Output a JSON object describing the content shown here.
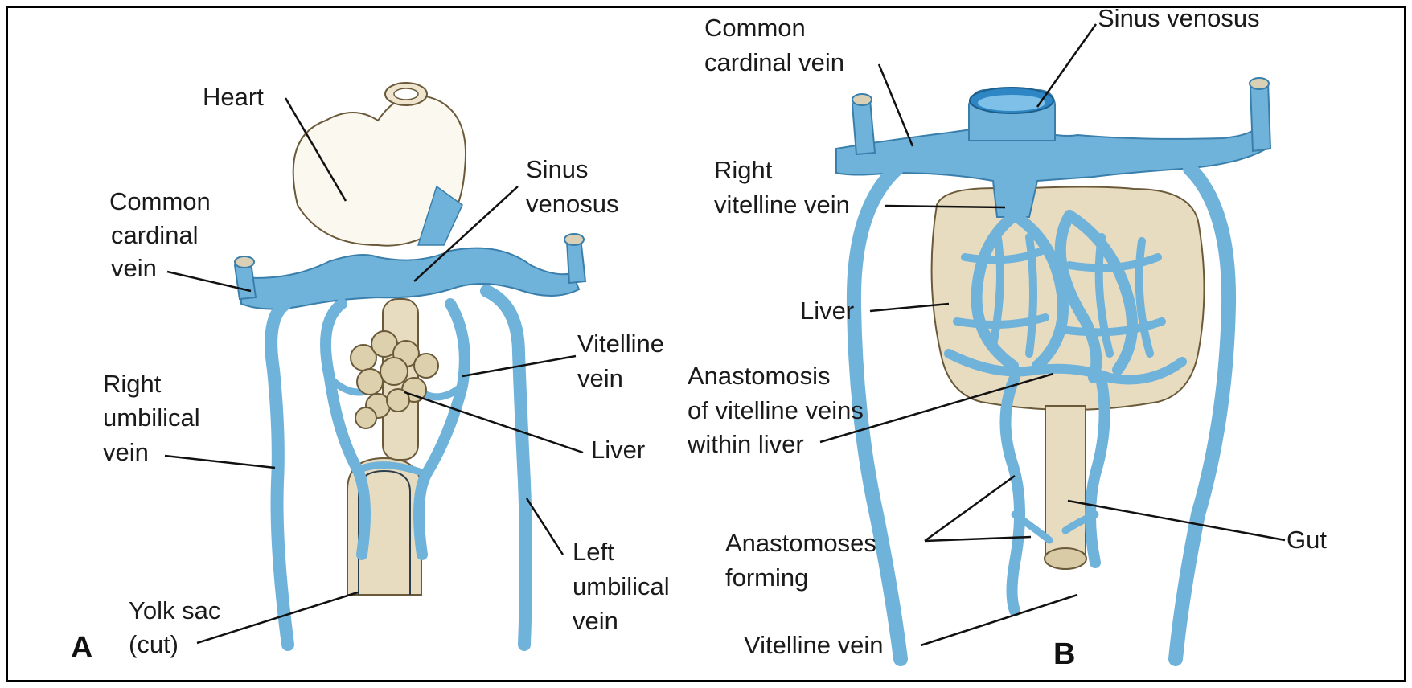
{
  "panel_a": {
    "panel_letter": "A",
    "labels": {
      "heart": "Heart",
      "common_cardinal_vein": [
        "Common",
        "cardinal",
        "vein"
      ],
      "sinus_venosus": [
        "Sinus",
        "venosus"
      ],
      "right_umbilical_vein": [
        "Right",
        "umbilical",
        "vein"
      ],
      "vitelline_vein": [
        "Vitelline",
        "vein"
      ],
      "liver": "Liver",
      "left_umbilical_vein": [
        "Left",
        "umbilical",
        "vein"
      ],
      "yolk_sac_cut": [
        "Yolk sac",
        "(cut)"
      ]
    }
  },
  "panel_b": {
    "panel_letter": "B",
    "labels": {
      "common_cardinal_vein": [
        "Common",
        "cardinal vein"
      ],
      "sinus_venosus": "Sinus venosus",
      "right_vitelline_vein": [
        "Right",
        "vitelline vein"
      ],
      "liver": "Liver",
      "anastomosis_within_liver": [
        "Anastomosis",
        "of vitelline veins",
        "within liver"
      ],
      "anastomoses_forming": [
        "Anastomoses",
        "forming"
      ],
      "gut": "Gut",
      "vitelline_vein": "Vitelline vein"
    }
  },
  "colors": {
    "vein_blue": "#6fb2da",
    "tissue_tan": "#e8dcc0",
    "outline": "#2b3e4d"
  }
}
